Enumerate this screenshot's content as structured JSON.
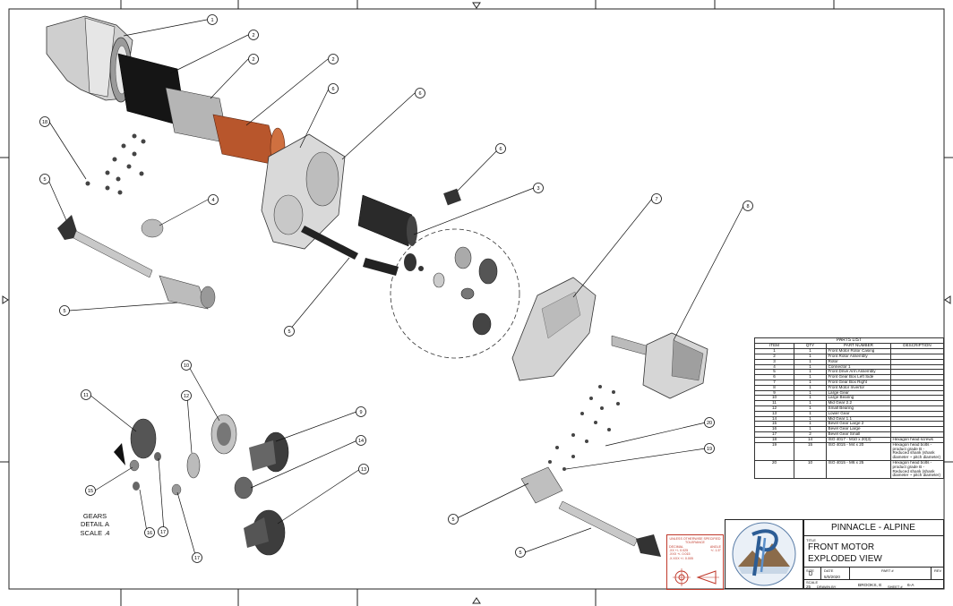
{
  "drawing": {
    "company": "PINNACLE - ALPINE",
    "title_line1": "FRONT MOTOR",
    "title_line2": "EXPLODED VIEW",
    "title_label": "TITLE",
    "size_label": "SIZE",
    "size": "D",
    "date_label": "DATE",
    "date": "5/0/2020",
    "part_label": "PART #",
    "rev_label": "REV",
    "scale_label": "SCALE",
    "scale": "25",
    "drawn_by_label": "DRAWN BY",
    "drawn_by": "BROOKS, E",
    "sheet_label": "SHEET #",
    "sheet": "6-A"
  },
  "detail_label": [
    "GEARS",
    "DETAIL A",
    "SCALE .4"
  ],
  "tolerance": {
    "title": "UNLESS OTHERWISE SPECIFIED TOLERANCE",
    "decimal_label": "DECIMAL",
    "angle_label": "ANGLE",
    "rows": [
      ".XX  +/- 0.025",
      ".XXX  +/- 0.015",
      ".X.XXX +/- 0.005"
    ],
    "angle_value": "+/- 1.5°"
  },
  "parts_list": {
    "title": "PARTS LIST",
    "headers": [
      "ITEM",
      "QTY",
      "PART NUMBER",
      "DESCRIPTION"
    ],
    "rows": [
      [
        "1",
        "1",
        "Front Motor Rotor Casing",
        ""
      ],
      [
        "2",
        "1",
        "Front Rotor Assembly",
        ""
      ],
      [
        "3",
        "1",
        "Rotor",
        ""
      ],
      [
        "4",
        "1",
        "Connector 1",
        ""
      ],
      [
        "5",
        "1",
        "Front Drive Arm Assembly",
        ""
      ],
      [
        "6",
        "1",
        "Front Gear Box Left Side",
        ""
      ],
      [
        "7",
        "1",
        "Front Gear Box Right",
        ""
      ],
      [
        "8",
        "1",
        "Front Motor Invertor",
        ""
      ],
      [
        "9",
        "1",
        "Large Gear",
        ""
      ],
      [
        "10",
        "1",
        "Large Bearing",
        ""
      ],
      [
        "11",
        "1",
        "Mid Gear 2.2",
        ""
      ],
      [
        "12",
        "1",
        "Small Bearing",
        ""
      ],
      [
        "13",
        "1",
        "Lower Gear",
        ""
      ],
      [
        "14",
        "1",
        "Mid Gear 1.1",
        ""
      ],
      [
        "15",
        "1",
        "Bevel Gear Large 2",
        ""
      ],
      [
        "16",
        "1",
        "Bevel Gear Large",
        ""
      ],
      [
        "17",
        "2",
        "Bevel Gear Small",
        ""
      ],
      [
        "18",
        "14",
        "ISO 4017 - M10 x 20(3)",
        "Hexagon head screws"
      ],
      [
        "19",
        "15",
        "ISO 4015 - M4 x 20",
        "Hexagon head bolts - product grade B - Reduced shank (shank diameter ~ pitch diameter)"
      ],
      [
        "20",
        "10",
        "ISO 4015 - M6 x 25",
        "Hexagon head bolts - product grade B - Reduced shank (shank diameter ~ pitch diameter)"
      ]
    ]
  },
  "balloons": [
    "1",
    "2",
    "2",
    "2",
    "6",
    "6",
    "6",
    "3",
    "4",
    "5",
    "5",
    "5",
    "7",
    "8",
    "18",
    "10",
    "11",
    "12",
    "9",
    "14",
    "13",
    "15",
    "16",
    "17",
    "17",
    "20",
    "19",
    "5",
    "5"
  ]
}
